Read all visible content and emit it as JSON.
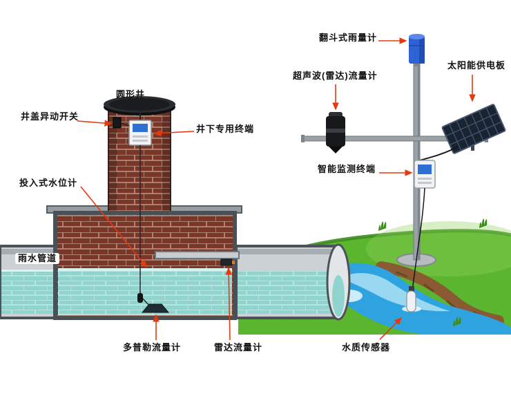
{
  "labels": {
    "circular_well": "圆形井",
    "cover_movement_switch": "井盖异动开关",
    "underground_terminal": "井下专用终端",
    "submersible_level_gauge": "投入式水位计",
    "rainwater_pipe": "雨水管道",
    "doppler_flowmeter": "多普勒流量计",
    "radar_flowmeter": "雷达流量计",
    "water_quality_sensor": "水质传感器",
    "smart_monitoring_terminal": "智能监测终端",
    "ultrasonic_radar_flowmeter": "超声波(雷达)流量计",
    "tipping_bucket_rain_gauge": "翻斗式雨量计",
    "solar_panel": "太阳能供电板"
  },
  "colors": {
    "arrow": "#e8380d",
    "brick": "#7c3629",
    "mortar": "#b89a86",
    "water": "#8fd4cf",
    "water_line": "#c2e9e4",
    "pipe": "#ccd1d5",
    "grass": "#5cb52e",
    "grass_dark": "#3c8c1e",
    "dirt": "#8a5a33",
    "stream": "#2fa3e0",
    "stream_light": "#bfe9f7",
    "pole": "#9aa2a8",
    "gauge": "#2e63d6",
    "panel": "#182432",
    "device": "#16181a",
    "white_box": "#f0f2f3",
    "screen": "#2e6fd6"
  }
}
